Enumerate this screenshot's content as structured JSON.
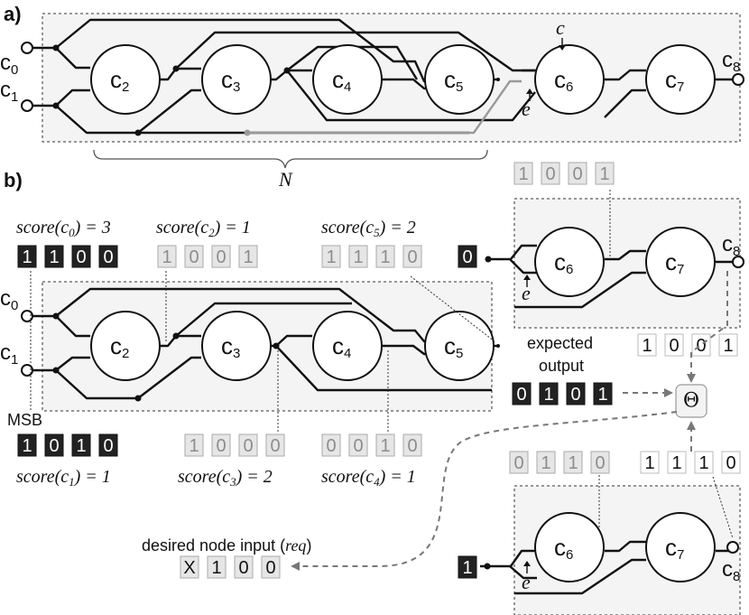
{
  "labels": {
    "panel_a": "a)",
    "panel_b": "b)",
    "N": "N",
    "c_signal": "c",
    "e_signal": "e",
    "msb": "MSB",
    "expected_line1": "expected",
    "expected_line2": "output",
    "theta": "Θ",
    "desired_prefix": "desired node input (",
    "desired_req": "req",
    "desired_suffix": ")"
  },
  "nodes": {
    "c": "c",
    "n0": "0",
    "n1": "1",
    "n2": "2",
    "n3": "3",
    "n4": "4",
    "n5": "5",
    "n6": "6",
    "n7": "7",
    "n8": "8"
  },
  "scores": {
    "c0": {
      "pre": "score(c",
      "sub": "0",
      "post": ") = 3"
    },
    "c2": {
      "pre": "score(c",
      "sub": "2",
      "post": ") = 1"
    },
    "c5": {
      "pre": "score(c",
      "sub": "5",
      "post": ") = 2"
    },
    "c1": {
      "pre": "score(c",
      "sub": "1",
      "post": ") = 1"
    },
    "c3": {
      "pre": "score(c",
      "sub": "3",
      "post": ") = 2"
    },
    "c4": {
      "pre": "score(c",
      "sub": "4",
      "post": ") = 1"
    }
  },
  "bit_vectors": {
    "top_right": [
      "1",
      "0",
      "0",
      "1"
    ],
    "c0": [
      "1",
      "1",
      "0",
      "0"
    ],
    "c2": [
      "1",
      "0",
      "0",
      "1"
    ],
    "c5": [
      "1",
      "1",
      "1",
      "0"
    ],
    "c6_input_in": [
      "0"
    ],
    "top_out": [
      "1",
      "0",
      "0",
      "1"
    ],
    "expected": [
      "0",
      "1",
      "0",
      "1"
    ],
    "c1": [
      "1",
      "0",
      "1",
      "0"
    ],
    "c3": [
      "1",
      "0",
      "0",
      "0"
    ],
    "c4": [
      "0",
      "0",
      "1",
      "0"
    ],
    "bottom_mid": [
      "0",
      "1",
      "1",
      "0"
    ],
    "bottom_out": [
      "1",
      "1",
      "1",
      "0"
    ],
    "bottom_in": [
      "1"
    ],
    "desired": [
      "X",
      "1",
      "0",
      "0"
    ]
  },
  "colors": {
    "dark_bit": "#222222",
    "light_bit": "#e6e6e6",
    "panel_bg": "#f4f4f4",
    "grey_wire": "#9a9a9a"
  }
}
